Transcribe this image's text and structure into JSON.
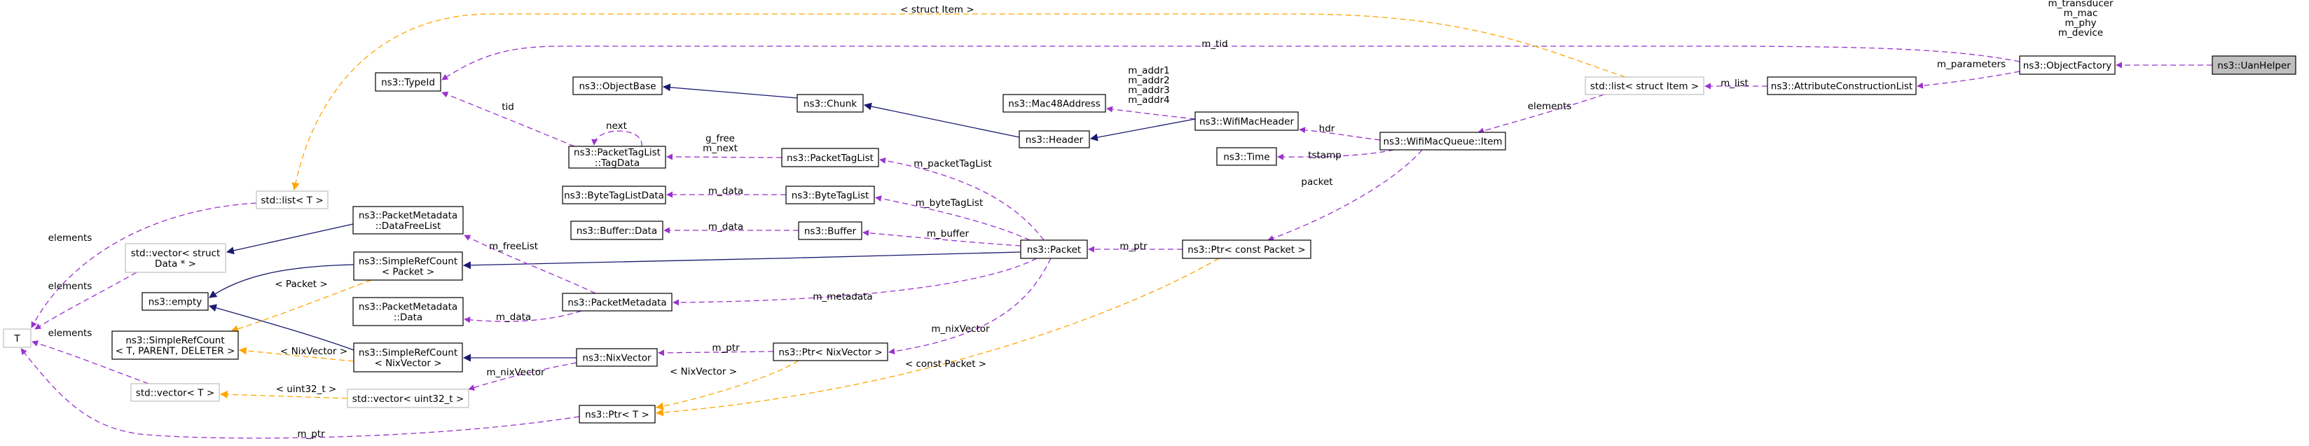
{
  "diagram": {
    "title": "ns3::UanHelper collaboration graph",
    "legend_colors": {
      "inheritance": "#191970",
      "usage": "#9a32cd",
      "template_instance": "#ffa500",
      "root_fill": "#bfbfbf",
      "external_border": "#bfbfbf"
    },
    "nodes": [
      {
        "id": "T",
        "lines": [
          "T"
        ],
        "kind": "external"
      },
      {
        "id": "std_list_T",
        "lines": [
          "std::list< T >"
        ],
        "kind": "external"
      },
      {
        "id": "std_vector_data",
        "lines": [
          "std::vector< struct",
          "Data * >"
        ],
        "kind": "external"
      },
      {
        "id": "empty",
        "lines": [
          "ns3::empty"
        ],
        "kind": "class"
      },
      {
        "id": "src_tpd",
        "lines": [
          "ns3::SimpleRefCount",
          "< T, PARENT, DELETER >"
        ],
        "kind": "class"
      },
      {
        "id": "std_vector_T",
        "lines": [
          "std::vector< T >"
        ],
        "kind": "external"
      },
      {
        "id": "typeid",
        "lines": [
          "ns3::TypeId"
        ],
        "kind": "class"
      },
      {
        "id": "datafreelist",
        "lines": [
          "ns3::PacketMetadata",
          "::DataFreeList"
        ],
        "kind": "class"
      },
      {
        "id": "src_packet",
        "lines": [
          "ns3::SimpleRefCount",
          "< Packet >"
        ],
        "kind": "class"
      },
      {
        "id": "pm_data",
        "lines": [
          "ns3::PacketMetadata",
          "::Data"
        ],
        "kind": "class"
      },
      {
        "id": "src_nix",
        "lines": [
          "ns3::SimpleRefCount",
          "< NixVector >"
        ],
        "kind": "class"
      },
      {
        "id": "std_vector_u32",
        "lines": [
          "std::vector< uint32_t >"
        ],
        "kind": "external"
      },
      {
        "id": "objectbase",
        "lines": [
          "ns3::ObjectBase"
        ],
        "kind": "class"
      },
      {
        "id": "tagdata",
        "lines": [
          "ns3::PacketTagList",
          "::TagData"
        ],
        "kind": "class"
      },
      {
        "id": "btldata",
        "lines": [
          "ns3::ByteTagListData"
        ],
        "kind": "class"
      },
      {
        "id": "bufdata",
        "lines": [
          "ns3::Buffer::Data"
        ],
        "kind": "class"
      },
      {
        "id": "pmeta",
        "lines": [
          "ns3::PacketMetadata"
        ],
        "kind": "class"
      },
      {
        "id": "nixvector",
        "lines": [
          "ns3::NixVector"
        ],
        "kind": "class"
      },
      {
        "id": "ptr_T",
        "lines": [
          "ns3::Ptr< T >"
        ],
        "kind": "class"
      },
      {
        "id": "chunk",
        "lines": [
          "ns3::Chunk"
        ],
        "kind": "class"
      },
      {
        "id": "packettaglist",
        "lines": [
          "ns3::PacketTagList"
        ],
        "kind": "class"
      },
      {
        "id": "bytetaglist",
        "lines": [
          "ns3::ByteTagList"
        ],
        "kind": "class"
      },
      {
        "id": "buffer",
        "lines": [
          "ns3::Buffer"
        ],
        "kind": "class"
      },
      {
        "id": "packet",
        "lines": [
          "ns3::Packet"
        ],
        "kind": "class"
      },
      {
        "id": "ptr_nix",
        "lines": [
          "ns3::Ptr< NixVector >"
        ],
        "kind": "class"
      },
      {
        "id": "mac48",
        "lines": [
          "ns3::Mac48Address"
        ],
        "kind": "class"
      },
      {
        "id": "header",
        "lines": [
          "ns3::Header"
        ],
        "kind": "class"
      },
      {
        "id": "wifimacheader",
        "lines": [
          "ns3::WifiMacHeader"
        ],
        "kind": "class"
      },
      {
        "id": "time",
        "lines": [
          "ns3::Time"
        ],
        "kind": "class"
      },
      {
        "id": "ptr_cpacket",
        "lines": [
          "ns3::Ptr< const Packet >"
        ],
        "kind": "class"
      },
      {
        "id": "wmq_item",
        "lines": [
          "ns3::WifiMacQueue::Item"
        ],
        "kind": "class"
      },
      {
        "id": "std_list_item",
        "lines": [
          "std::list< struct Item >"
        ],
        "kind": "external"
      },
      {
        "id": "attrlist",
        "lines": [
          "ns3::AttributeConstructionList"
        ],
        "kind": "class"
      },
      {
        "id": "objfactory",
        "lines": [
          "ns3::ObjectFactory"
        ],
        "kind": "class"
      },
      {
        "id": "uanhelper",
        "lines": [
          "ns3::UanHelper"
        ],
        "kind": "root"
      }
    ],
    "edges": [
      {
        "from": "uanhelper",
        "to": "objfactory",
        "type": "usage",
        "label": [
          "m_transducer",
          "m_mac",
          "m_phy",
          "m_device"
        ]
      },
      {
        "from": "objfactory",
        "to": "attrlist",
        "type": "usage",
        "label": [
          "m_parameters"
        ]
      },
      {
        "from": "objfactory",
        "to": "typeid",
        "type": "usage",
        "label": [
          "m_tid"
        ]
      },
      {
        "from": "attrlist",
        "to": "std_list_item",
        "type": "usage",
        "label": [
          "m_list"
        ]
      },
      {
        "from": "std_list_item",
        "to": "wmq_item",
        "type": "usage",
        "label": [
          "elements"
        ]
      },
      {
        "from": "std_list_item",
        "to": "std_list_T",
        "type": "template",
        "label": [
          "< struct Item >"
        ]
      },
      {
        "from": "wmq_item",
        "to": "wifimacheader",
        "type": "usage",
        "label": [
          "hdr"
        ]
      },
      {
        "from": "wmq_item",
        "to": "time",
        "type": "usage",
        "label": [
          "tstamp"
        ]
      },
      {
        "from": "wmq_item",
        "to": "ptr_cpacket",
        "type": "usage",
        "label": [
          "packet"
        ]
      },
      {
        "from": "wifimacheader",
        "to": "mac48",
        "type": "usage",
        "label": [
          "m_addr1",
          "m_addr2",
          "m_addr3",
          "m_addr4"
        ]
      },
      {
        "from": "wifimacheader",
        "to": "header",
        "type": "inherit",
        "label": []
      },
      {
        "from": "header",
        "to": "chunk",
        "type": "inherit",
        "label": []
      },
      {
        "from": "chunk",
        "to": "objectbase",
        "type": "inherit",
        "label": []
      },
      {
        "from": "ptr_cpacket",
        "to": "packet",
        "type": "usage",
        "label": [
          "m_ptr"
        ]
      },
      {
        "from": "ptr_cpacket",
        "to": "ptr_T",
        "type": "template",
        "label": [
          "< const Packet >"
        ]
      },
      {
        "from": "packet",
        "to": "packettaglist",
        "type": "usage",
        "label": [
          "m_packetTagList"
        ]
      },
      {
        "from": "packet",
        "to": "bytetaglist",
        "type": "usage",
        "label": [
          "m_byteTagList"
        ]
      },
      {
        "from": "packet",
        "to": "buffer",
        "type": "usage",
        "label": [
          "m_buffer"
        ]
      },
      {
        "from": "packet",
        "to": "src_packet",
        "type": "inherit",
        "label": []
      },
      {
        "from": "packet",
        "to": "pmeta",
        "type": "usage",
        "label": [
          "m_metadata"
        ]
      },
      {
        "from": "packet",
        "to": "ptr_nix",
        "type": "usage",
        "label": [
          "m_nixVector"
        ]
      },
      {
        "from": "packettaglist",
        "to": "tagdata",
        "type": "usage",
        "label": [
          "g_free",
          "m_next"
        ]
      },
      {
        "from": "tagdata",
        "to": "tagdata",
        "type": "usage",
        "label": [
          "next"
        ]
      },
      {
        "from": "tagdata",
        "to": "typeid",
        "type": "usage",
        "label": [
          "tid"
        ]
      },
      {
        "from": "bytetaglist",
        "to": "btldata",
        "type": "usage",
        "label": [
          "m_data"
        ]
      },
      {
        "from": "buffer",
        "to": "bufdata",
        "type": "usage",
        "label": [
          "m_data"
        ]
      },
      {
        "from": "pmeta",
        "to": "datafreelist",
        "type": "usage",
        "label": [
          "m_freeList"
        ]
      },
      {
        "from": "pmeta",
        "to": "pm_data",
        "type": "usage",
        "label": [
          "m_data"
        ]
      },
      {
        "from": "ptr_nix",
        "to": "nixvector",
        "type": "usage",
        "label": [
          "m_ptr"
        ]
      },
      {
        "from": "ptr_nix",
        "to": "ptr_T",
        "type": "template",
        "label": [
          "< NixVector >"
        ]
      },
      {
        "from": "nixvector",
        "to": "src_nix",
        "type": "inherit",
        "label": []
      },
      {
        "from": "nixvector",
        "to": "std_vector_u32",
        "type": "usage",
        "label": [
          "m_nixVector"
        ]
      },
      {
        "from": "ptr_T",
        "to": "T",
        "type": "usage",
        "label": [
          "m_ptr"
        ]
      },
      {
        "from": "datafreelist",
        "to": "std_vector_data",
        "type": "inherit",
        "label": []
      },
      {
        "from": "src_packet",
        "to": "empty",
        "type": "inherit",
        "label": []
      },
      {
        "from": "src_packet",
        "to": "src_tpd",
        "type": "template",
        "label": [
          "< Packet >"
        ]
      },
      {
        "from": "src_nix",
        "to": "empty",
        "type": "inherit",
        "label": []
      },
      {
        "from": "src_nix",
        "to": "src_tpd",
        "type": "template",
        "label": [
          "< NixVector >"
        ]
      },
      {
        "from": "std_vector_u32",
        "to": "std_vector_T",
        "type": "template",
        "label": [
          "< uint32_t >"
        ]
      },
      {
        "from": "std_list_T",
        "to": "T",
        "type": "usage",
        "label": [
          "elements"
        ]
      },
      {
        "from": "std_vector_data",
        "to": "T",
        "type": "usage",
        "label": [
          "elements"
        ]
      },
      {
        "from": "std_vector_T",
        "to": "T",
        "type": "usage",
        "label": [
          "elements"
        ]
      }
    ]
  }
}
